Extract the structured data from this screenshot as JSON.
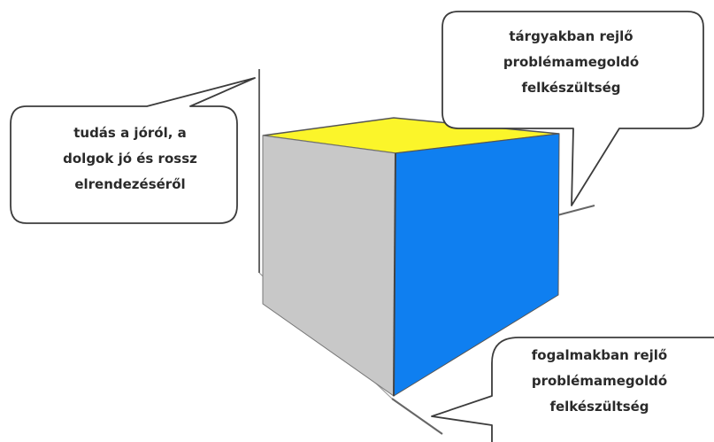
{
  "colors": {
    "cube_top": "#fbf52a",
    "cube_front": "#0f7ff0",
    "cube_side": "#c8c8c8",
    "line": "#666666",
    "bubble_border": "#3c3c3c"
  },
  "callouts": {
    "left": {
      "line1": "tudás a jóról, a",
      "line2": "dolgok jó és rossz",
      "line3": "elrendezéséről"
    },
    "top": {
      "line1": "tárgyakban rejlő",
      "line2": "problémamegoldó",
      "line3": "felkészültség"
    },
    "bottom": {
      "line1": "fogalmakban rejlő",
      "line2": "problémamegoldó",
      "line3": "felkészültség"
    }
  }
}
